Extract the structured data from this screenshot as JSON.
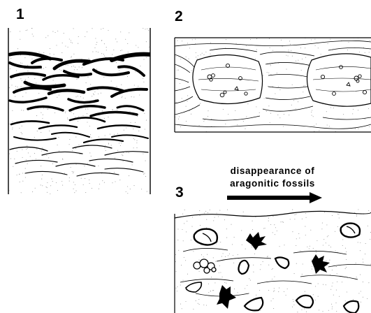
{
  "panels": [
    {
      "number": "1"
    },
    {
      "number": "2"
    },
    {
      "number": "3"
    }
  ],
  "caption": {
    "line1": "disappearance of",
    "line2": "aragonitic fossils"
  }
}
